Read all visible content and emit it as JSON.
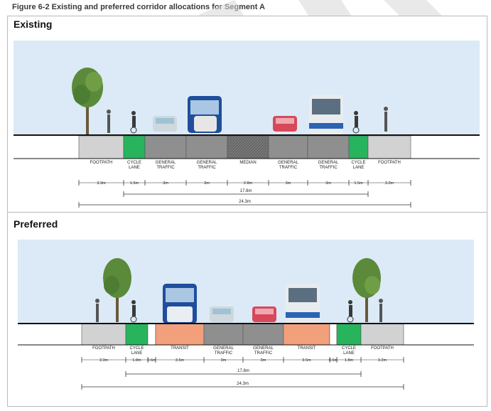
{
  "figure": {
    "title": "Figure 6-2 Existing and preferred corridor allocations for Segment A"
  },
  "panels": [
    {
      "title": "Existing",
      "lanes": [
        {
          "label": [
            "FOOTPATH"
          ],
          "width": "3.3m",
          "kind": "footpath"
        },
        {
          "label": [
            "CYCLE",
            "LANE"
          ],
          "width": "1.5m",
          "kind": "cycle"
        },
        {
          "label": [
            "GENERAL",
            "TRAFFIC"
          ],
          "width": "3m",
          "kind": "traffic"
        },
        {
          "label": [
            "GENERAL",
            "TRAFFIC"
          ],
          "width": "3m",
          "kind": "traffic"
        },
        {
          "label": [
            "MEDIAN"
          ],
          "width": "2.8m",
          "kind": "median"
        },
        {
          "label": [
            "GENERAL",
            "TRAFFIC"
          ],
          "width": "3m",
          "kind": "traffic"
        },
        {
          "label": [
            "GENERAL",
            "TRAFFIC"
          ],
          "width": "3m",
          "kind": "traffic"
        },
        {
          "label": [
            "CYCLE",
            "LANE"
          ],
          "width": "1.5m",
          "kind": "cycle"
        },
        {
          "label": [
            "FOOTPATH"
          ],
          "width": "3.2m",
          "kind": "footpath"
        }
      ],
      "dim_inner": "17.8m",
      "dim_total": "24.3m"
    },
    {
      "title": "Preferred",
      "lanes": [
        {
          "label": [
            "FOOTPATH"
          ],
          "width": "3.3m",
          "kind": "footpath"
        },
        {
          "label": [
            "CYCLE",
            "LANE"
          ],
          "width": "1.8m",
          "kind": "cycle"
        },
        {
          "label": [],
          "width": "0.6m",
          "kind": "buffer"
        },
        {
          "label": [
            "TRANSIT"
          ],
          "width": "3.5m",
          "kind": "transit"
        },
        {
          "label": [
            "GENERAL",
            "TRAFFIC"
          ],
          "width": "3m",
          "kind": "traffic"
        },
        {
          "label": [
            "GENERAL",
            "TRAFFIC"
          ],
          "width": "3m",
          "kind": "traffic"
        },
        {
          "label": [
            "TRANSIT"
          ],
          "width": "3.5m",
          "kind": "transit"
        },
        {
          "label": [],
          "width": "0.6m",
          "kind": "buffer"
        },
        {
          "label": [
            "CYCLE",
            "LANE"
          ],
          "width": "1.8m",
          "kind": "cycle"
        },
        {
          "label": [
            "FOOTPATH"
          ],
          "width": "3.2m",
          "kind": "footpath"
        }
      ],
      "dim_inner": "17.8m",
      "dim_total": "24.3m"
    }
  ],
  "colors": {
    "sky": "#dbeaf6",
    "footpath": "#d2d2d2",
    "cycle": "#27b45c",
    "traffic": "#8f8f8f",
    "median": "#7a7a7a",
    "transit": "#f2a07c",
    "buffer": "#ffffff",
    "watermark": "#d8d8d8"
  }
}
